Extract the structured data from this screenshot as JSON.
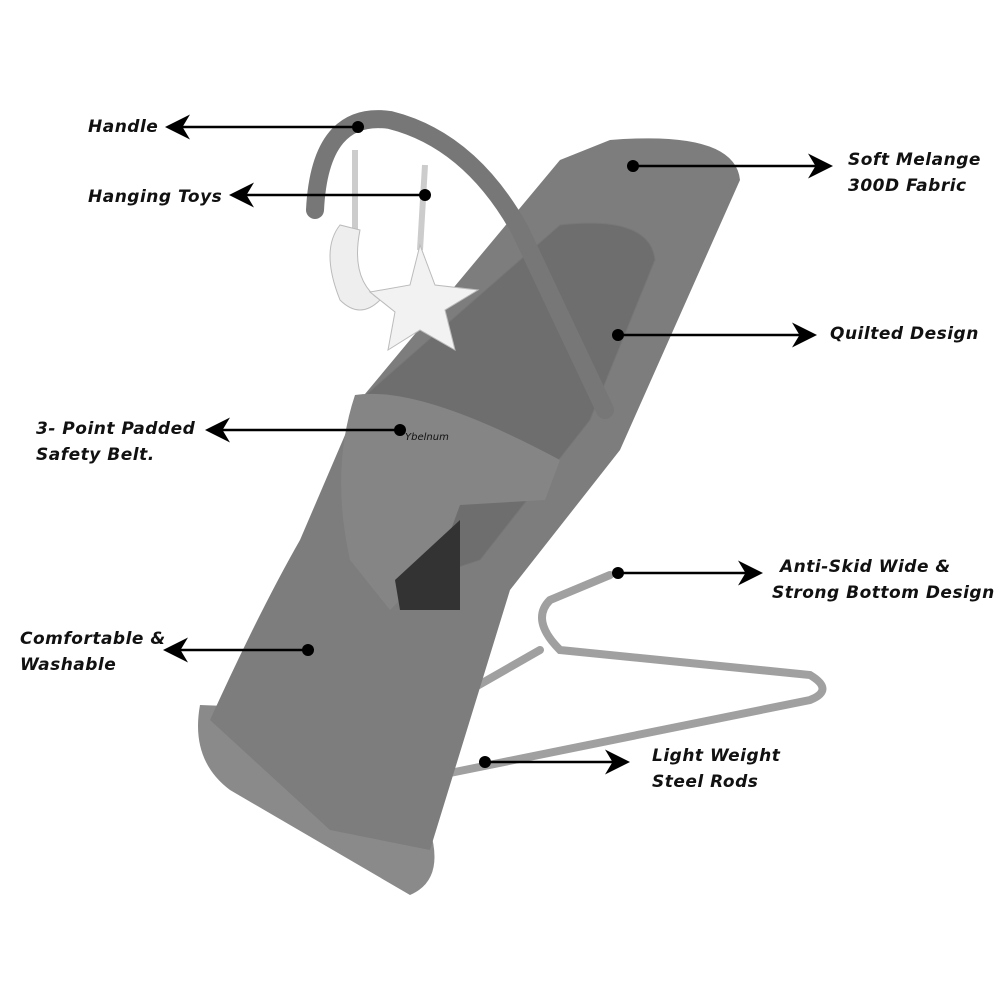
{
  "labels": {
    "handle": "Handle",
    "hanging_toys": "Hanging Toys",
    "fabric_line1": "Soft Melange",
    "fabric_line2": "300D Fabric",
    "quilted": "Quilted Design",
    "belt_line1": "3- Point Padded",
    "belt_line2": "Safety Belt.",
    "antiskid_line1": "Anti-Skid Wide &",
    "antiskid_line2": "Strong Bottom Design",
    "comfort_line1": "Comfortable &",
    "comfort_line2": "Washable",
    "rods_line1": "Light Weight",
    "rods_line2": "Steel Rods"
  },
  "brand": "Ybelnum",
  "colors": {
    "fabric": "#7d7d7d",
    "frame": "#9a9a9a",
    "arrow": "#000000"
  }
}
